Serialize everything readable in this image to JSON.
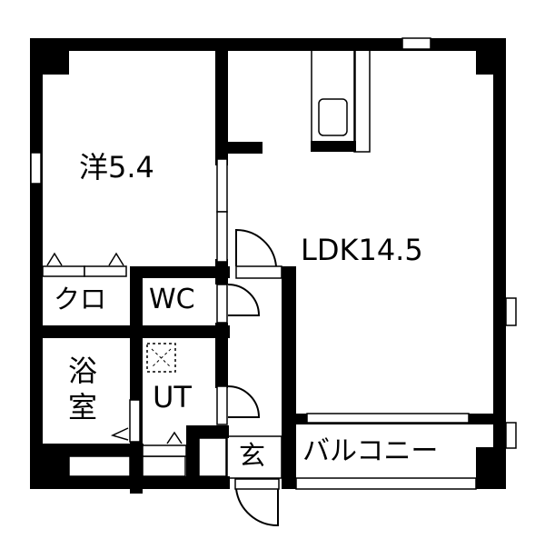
{
  "plan": {
    "colors": {
      "wall": "#000000",
      "background": "#ffffff"
    },
    "rooms": [
      {
        "id": "western_room",
        "label": "洋5.4",
        "type": "bedroom"
      },
      {
        "id": "ldk",
        "label": "LDK14.5",
        "type": "living-dining-kitchen"
      },
      {
        "id": "closet",
        "label": "クロ",
        "type": "closet"
      },
      {
        "id": "wc",
        "label": "WC",
        "type": "toilet"
      },
      {
        "id": "bath",
        "label_line1": "浴",
        "label_line2": "室",
        "type": "bathroom"
      },
      {
        "id": "utility",
        "label": "UT",
        "type": "utility"
      },
      {
        "id": "entrance",
        "label": "玄",
        "type": "entrance"
      },
      {
        "id": "balcony",
        "label": "バルコニー",
        "type": "balcony"
      }
    ],
    "icons": {
      "kitchen_sink": "sink-icon",
      "washer_space": "washing-machine-space-icon",
      "door_swing": "door-swing-icon",
      "window": "window-icon",
      "storage_marker": "triangle-marker-icon"
    }
  }
}
